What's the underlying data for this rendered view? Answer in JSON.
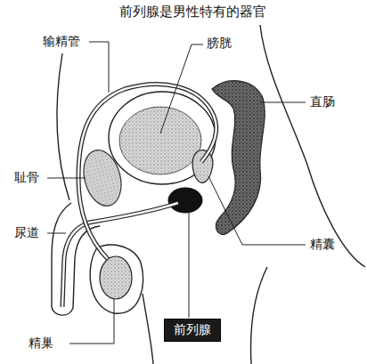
{
  "diagram": {
    "title": "前列腺是男性特有的器官",
    "nodes": [
      {
        "text": [
          "前列腺"
        ]
      }
    ],
    "labels": [
      "输精管",
      "膀胱",
      "直肠",
      "耻骨",
      "尿道",
      "精囊",
      "精巢"
    ]
  }
}
